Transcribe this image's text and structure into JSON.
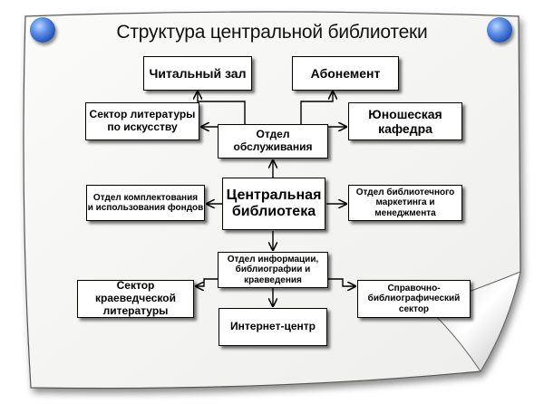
{
  "title": "Структура центральной библиотеки",
  "nodes": {
    "reading_room": "Читальный зал",
    "subscription": "Абонемент",
    "art_sector": "Сектор литературы\nпо искусству",
    "service_dept": "Отдел обслуживания",
    "youth_dept": "Юношеская\nкафедра",
    "acquisition_dept": "Отдел комплектования\nи использования фондов",
    "central_library": "Центральная\nбиблиотека",
    "marketing_dept": "Отдел библиотечного\nмаркетинга и менеджмента",
    "info_dept": "Отдел информации,\nбиблиографии и\nкраеведения",
    "local_history_sector": "Сектор краеведческой\nлитературы",
    "reference_sector": "Справочно-\nбиблиографический\nсектор",
    "internet_center": "Интернет-центр"
  },
  "colors": {
    "pin": "#2f63c9",
    "line": "#000000",
    "paper": "#f7f7f5"
  }
}
